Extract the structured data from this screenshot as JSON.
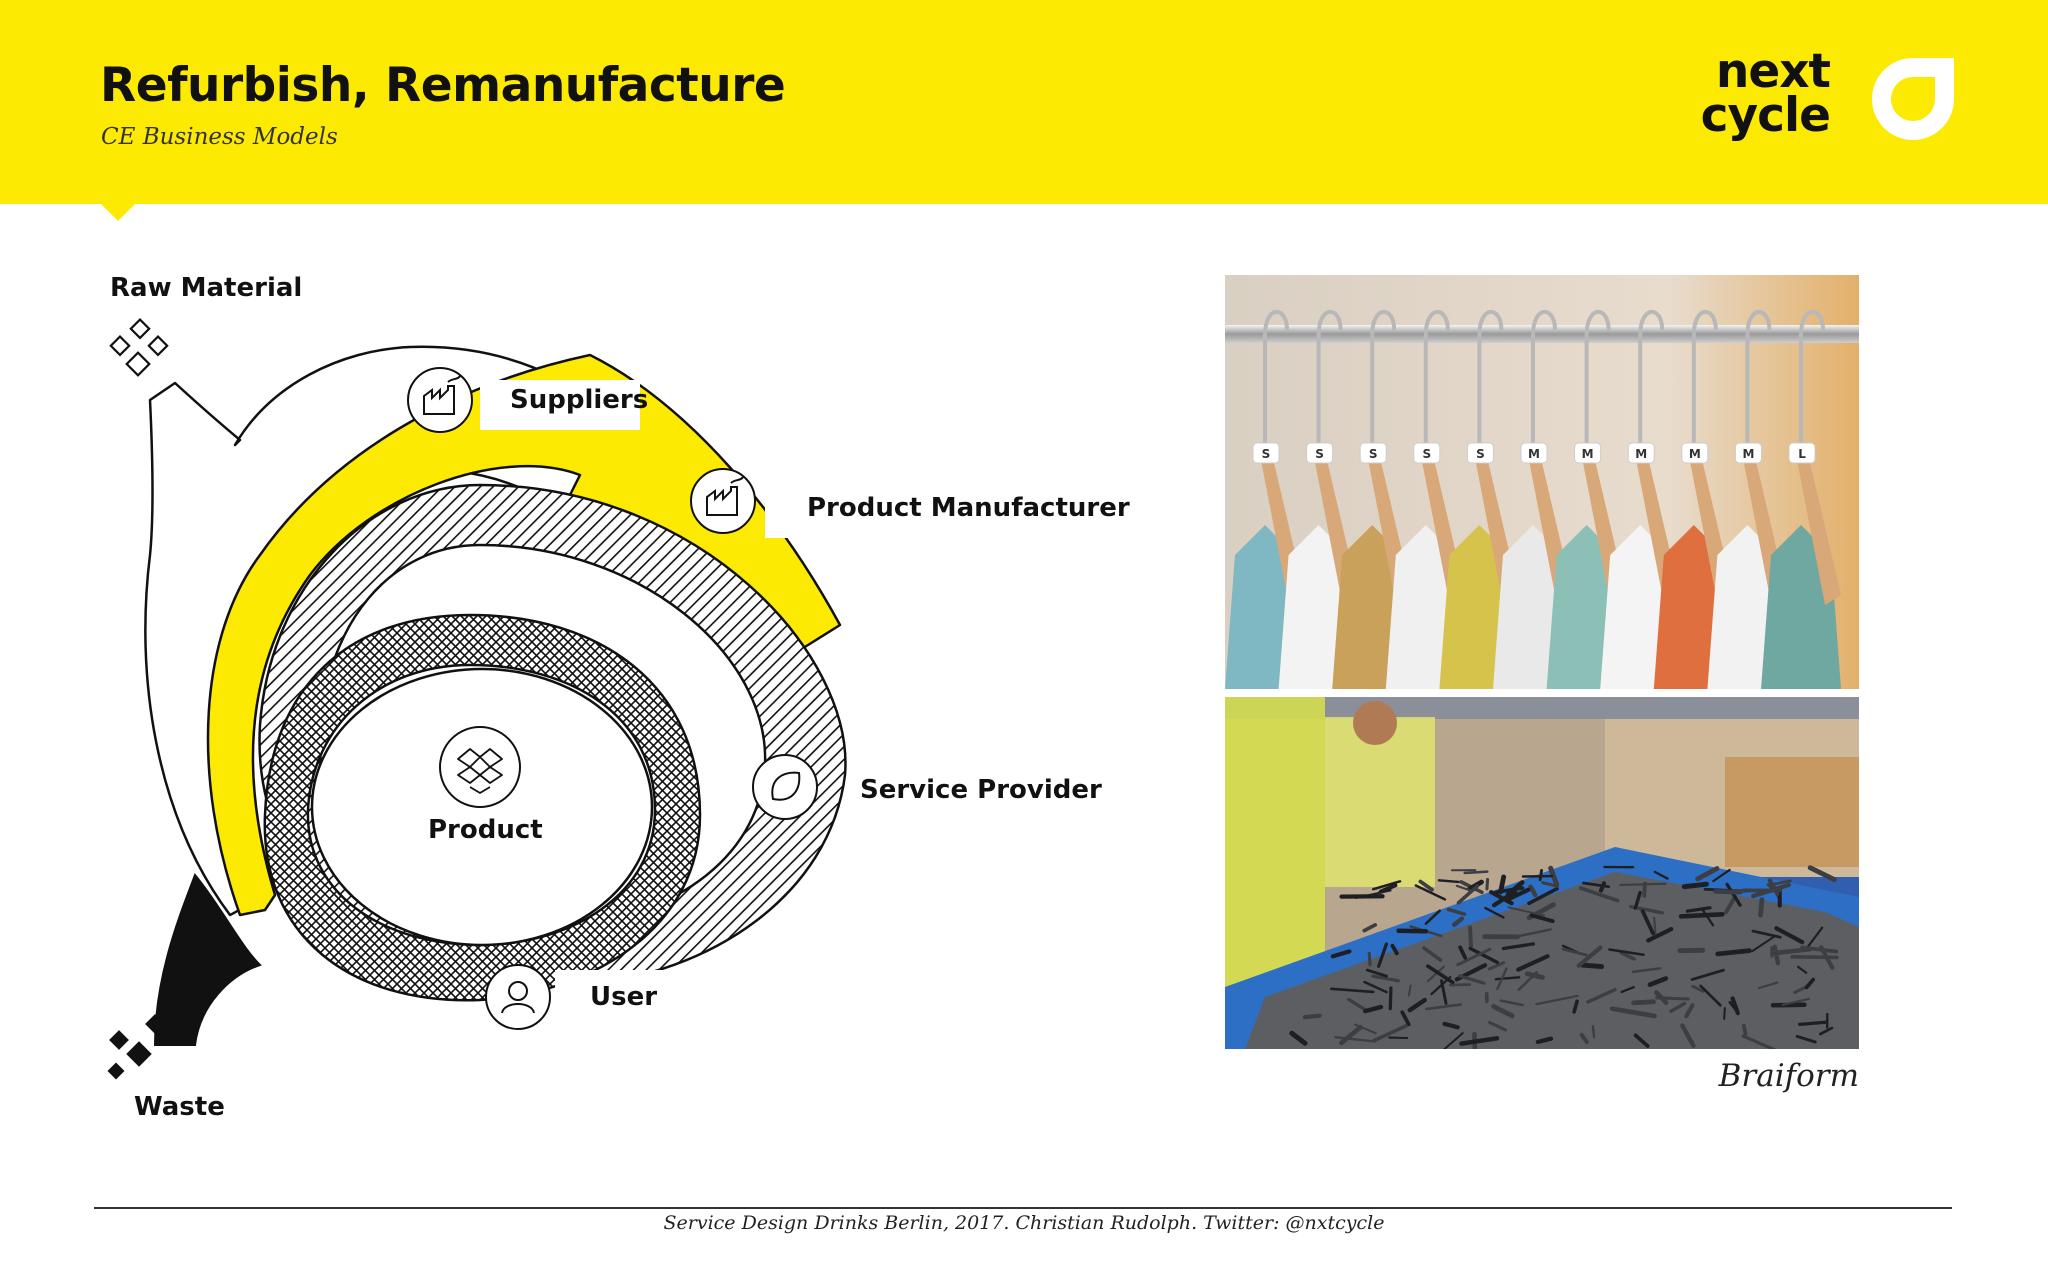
{
  "header": {
    "title": "Refurbish, Remanufacture",
    "subtitle": "CE Business Models",
    "logo_line1": "next",
    "logo_line2": "cycle"
  },
  "diagram": {
    "raw_material": "Raw Material",
    "suppliers": "Suppliers",
    "product_manufacturer": "Product Manufacturer",
    "service_provider": "Service Provider",
    "product": "Product",
    "user": "User",
    "waste": "Waste"
  },
  "images": {
    "caption": "Braiform",
    "tags": [
      "S",
      "S",
      "S",
      "S",
      "S",
      "M",
      "M",
      "M",
      "M",
      "M",
      "L"
    ]
  },
  "footer": {
    "text": "Service Design Drinks Berlin, 2017. Christian Rudolph. Twitter: @nxtcycle"
  },
  "colors": {
    "brand_yellow": "#fdea03",
    "ink": "#111111"
  }
}
